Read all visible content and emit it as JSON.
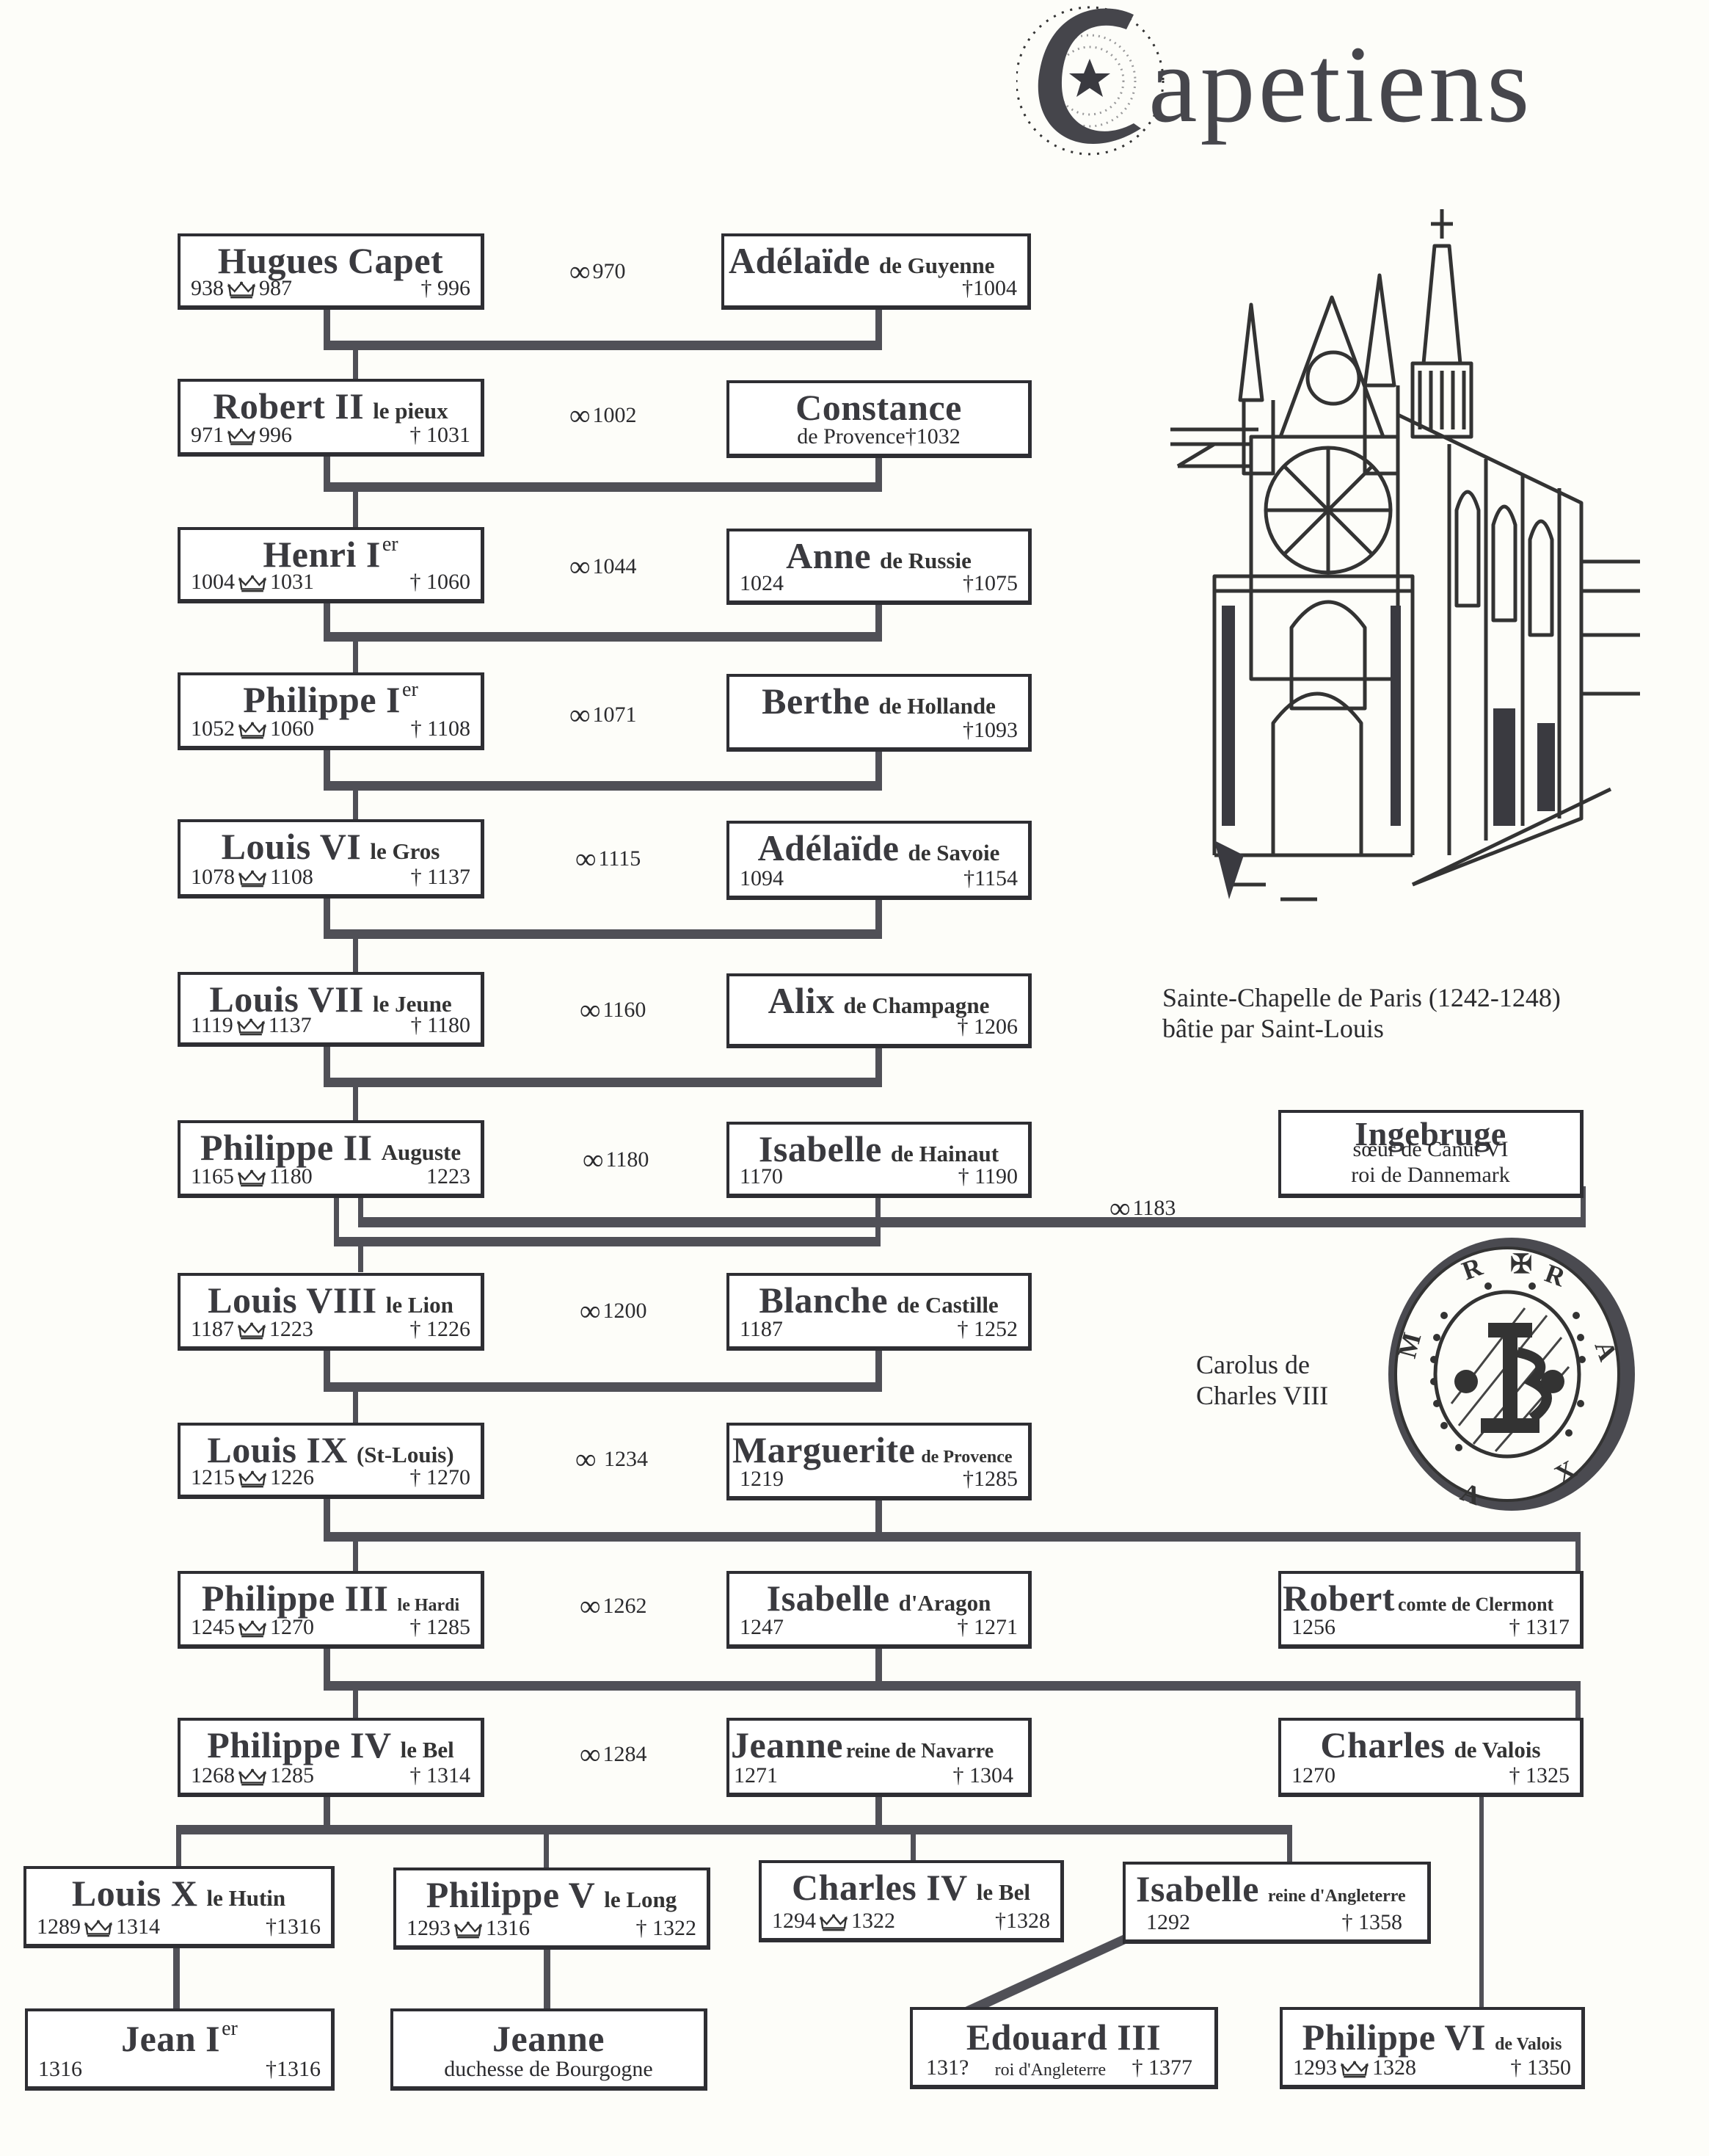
{
  "title": {
    "text": "Capetiens",
    "initial": "C",
    "rest": "apetiens"
  },
  "illustrations": {
    "chapel": {
      "name": "sainte-chapelle-drawing",
      "caption_line1": "Sainte-Chapelle de Paris (1242-1248)",
      "caption_line2": "bâtie par Saint-Louis"
    },
    "coin": {
      "name": "carolus-coin-drawing",
      "caption_line1": "Carolus de",
      "caption_line2": "Charles VIII"
    }
  },
  "symbols": {
    "marriage": "∞",
    "death": "†",
    "crown": "crown-icon"
  },
  "persons": {
    "hugues": {
      "name": "Hugues Capet",
      "epithet": "",
      "born": "938",
      "reign": "987",
      "death": "996"
    },
    "adelaide_guyenne": {
      "name": "Adélaïde",
      "epithet": "de Guyenne",
      "born": "",
      "death": "1004"
    },
    "robert2": {
      "name": "Robert II",
      "epithet": "le pieux",
      "born": "971",
      "reign": "996",
      "death": "1031"
    },
    "constance": {
      "name": "Constance",
      "sub": "de Provence",
      "death": "1032"
    },
    "henri1": {
      "name": "Henri I",
      "sup": "er",
      "born": "1004",
      "reign": "1031",
      "death": "1060"
    },
    "anne": {
      "name": "Anne",
      "epithet": "de Russie",
      "born": "1024",
      "death": "1075"
    },
    "philippe1": {
      "name": "Philippe I",
      "sup": "er",
      "born": "1052",
      "reign": "1060",
      "death": "1108"
    },
    "berthe": {
      "name": "Berthe",
      "epithet": "de Hollande",
      "born": "",
      "death": "1093"
    },
    "louis6": {
      "name": "Louis VI",
      "epithet": "le Gros",
      "born": "1078",
      "reign": "1108",
      "death": "1137"
    },
    "adelaide_savoie": {
      "name": "Adélaïde",
      "epithet": "de Savoie",
      "born": "1094",
      "death": "1154"
    },
    "louis7": {
      "name": "Louis VII",
      "epithet": "le Jeune",
      "born": "1119",
      "reign": "1137",
      "death": "1180"
    },
    "alix": {
      "name": "Alix",
      "epithet": "de Champagne",
      "born": "",
      "death": "1206"
    },
    "philippe2": {
      "name": "Philippe II",
      "epithet": "Auguste",
      "born": "1165",
      "reign": "1180",
      "death": "1223"
    },
    "isabelle_hainaut": {
      "name": "Isabelle",
      "epithet": "de Hainaut",
      "born": "1170",
      "death": "1190"
    },
    "ingebruge": {
      "name": "Ingebruge",
      "sub1": "sœur de Canut VI",
      "sub2": "roi de Dannemark"
    },
    "louis8": {
      "name": "Louis VIII",
      "epithet": "le Lion",
      "born": "1187",
      "reign": "1223",
      "death": "1226"
    },
    "blanche": {
      "name": "Blanche",
      "epithet": "de Castille",
      "born": "1187",
      "death": "1252"
    },
    "louis9": {
      "name": "Louis IX",
      "epithet": "(St-Louis)",
      "born": "1215",
      "reign": "1226",
      "death": "1270"
    },
    "marguerite": {
      "name": "Marguerite",
      "epithet": "de Provence",
      "born": "1219",
      "death": "1285"
    },
    "philippe3": {
      "name": "Philippe III",
      "epithet": "le Hardi",
      "born": "1245",
      "reign": "1270",
      "death": "1285"
    },
    "isabelle_aragon": {
      "name": "Isabelle",
      "epithet": "d'Aragon",
      "born": "1247",
      "death": "1271"
    },
    "robert_clermont": {
      "name": "Robert",
      "epithet": "comte de Clermont",
      "born": "1256",
      "death": "1317"
    },
    "philippe4": {
      "name": "Philippe IV",
      "epithet": "le Bel",
      "born": "1268",
      "reign": "1285",
      "death": "1314"
    },
    "jeanne_navarre": {
      "name": "Jeanne",
      "epithet": "reine de Navarre",
      "born": "1271",
      "death": "1304"
    },
    "charles_valois": {
      "name": "Charles",
      "epithet": "de Valois",
      "born": "1270",
      "death": "1325"
    },
    "louis10": {
      "name": "Louis X",
      "epithet": "le Hutin",
      "born": "1289",
      "reign": "1314",
      "death": "1316"
    },
    "philippe5": {
      "name": "Philippe V",
      "epithet": "le Long",
      "born": "1293",
      "reign": "1316",
      "death": "1322"
    },
    "charles4": {
      "name": "Charles IV",
      "epithet": "le Bel",
      "born": "1294",
      "reign": "1322",
      "death": "1328"
    },
    "isabelle_angleterre": {
      "name": "Isabelle",
      "epithet": "reine d'Angleterre",
      "born": "1292",
      "death": "1358"
    },
    "jean1": {
      "name": "Jean I",
      "sup": "er",
      "born": "1316",
      "death": "1316"
    },
    "jeanne_bourgogne": {
      "name": "Jeanne",
      "sub": "duchesse de Bourgogne"
    },
    "edouard3": {
      "name": "Edouard III",
      "born": "131?",
      "mid": "roi d'Angleterre",
      "death": "1377"
    },
    "philippe6": {
      "name": "Philippe VI",
      "epithet": "de Valois",
      "born": "1293",
      "reign": "1328",
      "death": "1350"
    }
  },
  "marriages": [
    {
      "couple": "Hugues Capet — Adélaïde de Guyenne",
      "year": "970"
    },
    {
      "couple": "Robert II — Constance de Provence",
      "year": "1002"
    },
    {
      "couple": "Henri Ier — Anne de Russie",
      "year": "1044"
    },
    {
      "couple": "Philippe Ier — Berthe de Hollande",
      "year": "1071"
    },
    {
      "couple": "Louis VI — Adélaïde de Savoie",
      "year": "1115"
    },
    {
      "couple": "Louis VII — Alix de Champagne",
      "year": "1160"
    },
    {
      "couple": "Philippe II — Isabelle de Hainaut",
      "year": "1180"
    },
    {
      "couple": "Philippe II — Ingebruge",
      "year": "1183"
    },
    {
      "couple": "Louis VIII — Blanche de Castille",
      "year": "1200"
    },
    {
      "couple": "Louis IX — Marguerite de Provence",
      "year": "1234"
    },
    {
      "couple": "Philippe III — Isabelle d'Aragon",
      "year": "1262"
    },
    {
      "couple": "Philippe IV — Jeanne de Navarre",
      "year": "1284"
    }
  ]
}
